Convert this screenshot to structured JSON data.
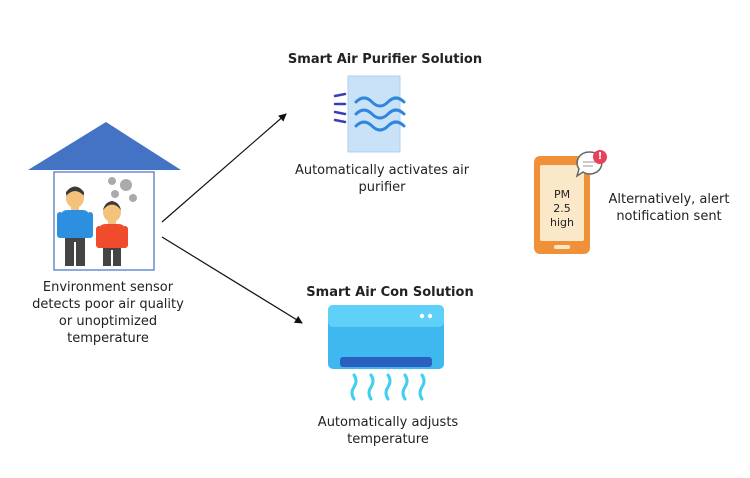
{
  "house": {
    "caption": "Environment sensor detects poor air quality or unoptimized temperature"
  },
  "purifier": {
    "title": "Smart Air Purifier Solution",
    "caption": "Automatically activates air purifier"
  },
  "aircon": {
    "title": "Smart Air Con Solution",
    "caption": "Automatically adjusts temperature"
  },
  "phone": {
    "screen_line1": "PM",
    "screen_line2": "2.5",
    "screen_line3": "high",
    "badge": "!",
    "caption": "Alternatively, alert notification sent"
  },
  "colors": {
    "roof": "#4472c4",
    "purifier_panel": "#c9e2f8",
    "purifier_wave": "#2e86de",
    "aircon_body": "#3fb8f0",
    "aircon_top": "#5fd0f8",
    "aircon_vent": "#2a5fbf",
    "airflow": "#3fd0f0",
    "phone_body": "#f0913a",
    "phone_screen": "#fbe8c8",
    "badge": "#e8415a"
  },
  "icons": [
    "house-icon",
    "people-icon",
    "smoke-icon",
    "air-purifier-icon",
    "air-conditioner-icon",
    "smartphone-icon",
    "notification-bubble-icon"
  ]
}
